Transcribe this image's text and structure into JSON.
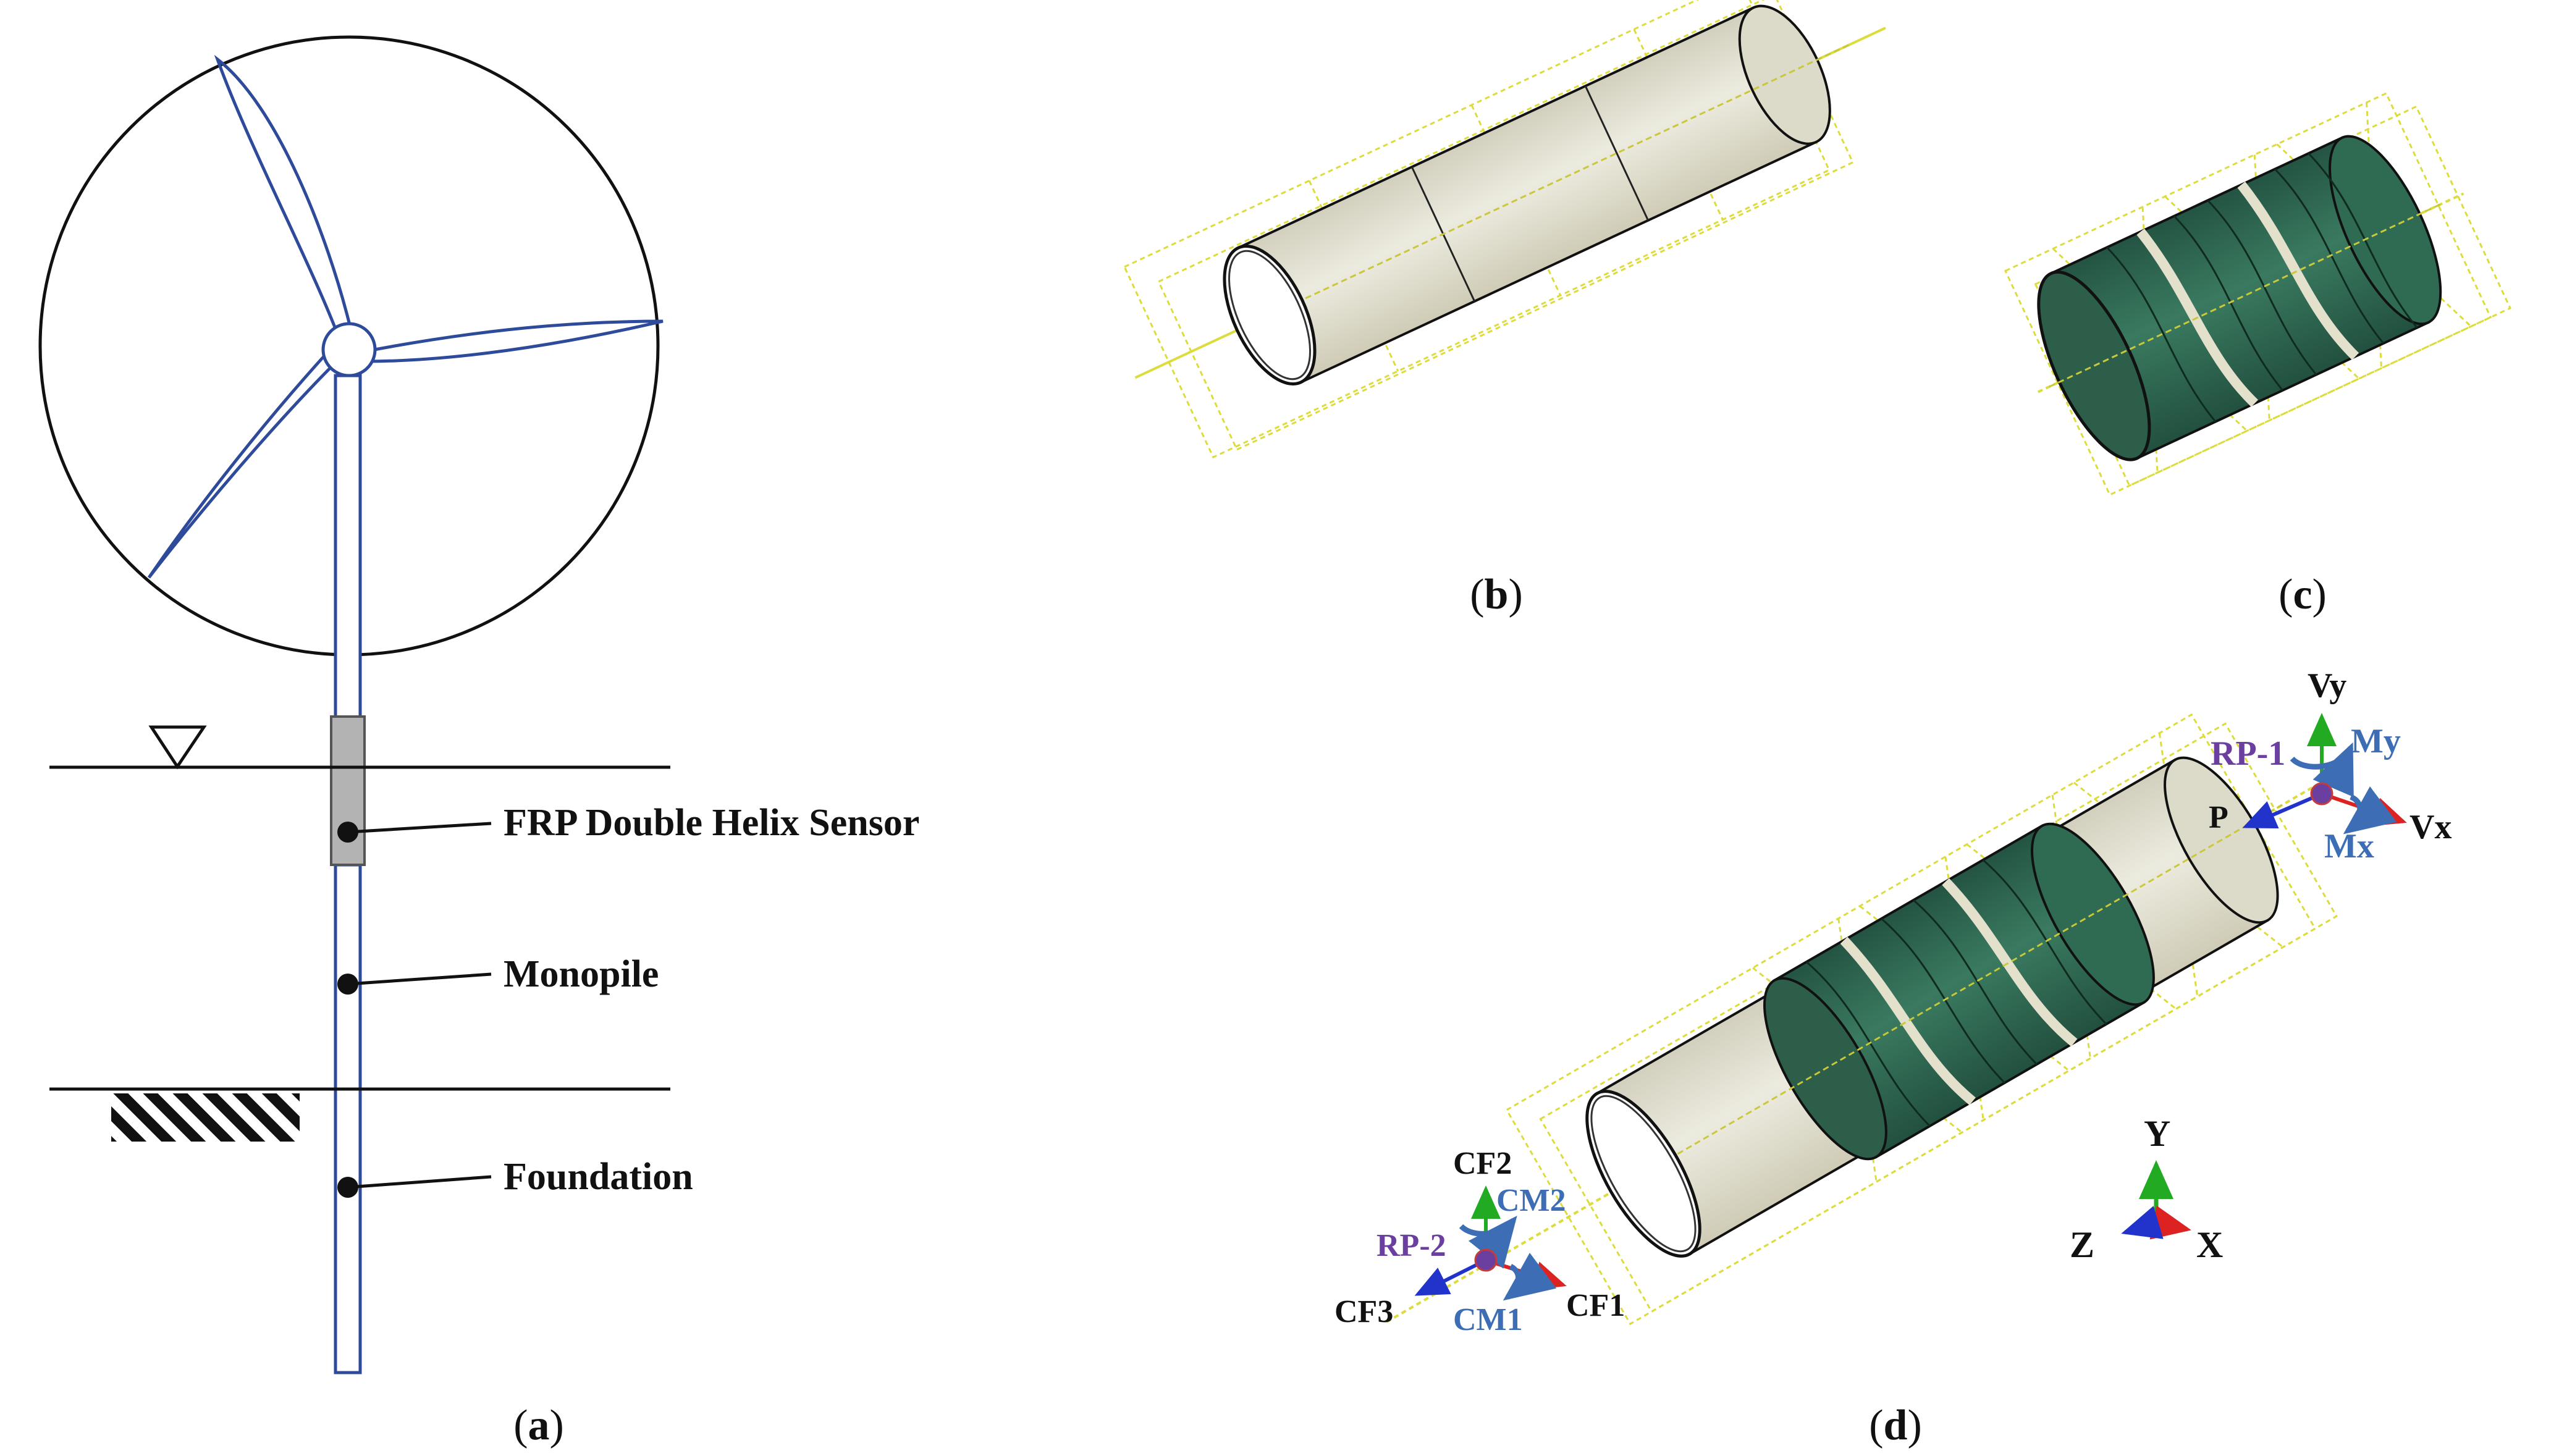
{
  "panels": {
    "a": {
      "caption_open": "(",
      "caption_letter": "a",
      "caption_close": ")"
    },
    "b": {
      "caption_open": "(",
      "caption_letter": "b",
      "caption_close": ")"
    },
    "c": {
      "caption_open": "(",
      "caption_letter": "c",
      "caption_close": ")"
    },
    "d": {
      "caption_open": "(",
      "caption_letter": "d",
      "caption_close": ")"
    }
  },
  "labels": {
    "sensor": "FRP Double Helix Sensor",
    "monopile": "Monopile",
    "foundation": "Foundation"
  },
  "rp1": {
    "name": "RP-1",
    "vy": "Vy",
    "my": "My",
    "p": "P",
    "mx": "Mx",
    "vx": "Vx"
  },
  "rp2": {
    "name": "RP-2",
    "cf2": "CF2",
    "cm2": "CM2",
    "cf3": "CF3",
    "cm1": "CM1",
    "cf1": "CF1"
  },
  "axes": {
    "y": "Y",
    "z": "Z",
    "x": "X"
  },
  "colors": {
    "turbine_blue": "#2e4a9a",
    "sensor_gray": "#b3b3b3",
    "tube_cream": "#e3e1d1",
    "frp_green": "#2e6650",
    "wire_yellow": "#dcdc3c",
    "rp_purple": "#6b3fa0",
    "moment_blue": "#3d6db5",
    "axis_green": "#22aa22",
    "axis_red": "#dd2222",
    "axis_blue": "#2233cc"
  }
}
